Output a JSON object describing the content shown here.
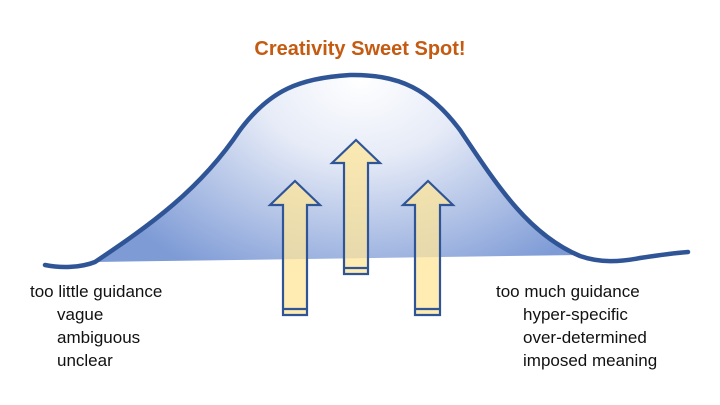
{
  "title": "Creativity Sweet Spot!",
  "left_label": {
    "heading": "too little guidance",
    "items": [
      "vague",
      "ambiguous",
      "unclear"
    ]
  },
  "right_label": {
    "heading": "too much guidance",
    "items": [
      "hyper-specific",
      "over-determined",
      "imposed meaning"
    ]
  },
  "colors": {
    "title": "#C55A11",
    "curve": "#2F5597",
    "arrow_fill": "#FFE699",
    "fill_blue": "#7E9BD6"
  }
}
